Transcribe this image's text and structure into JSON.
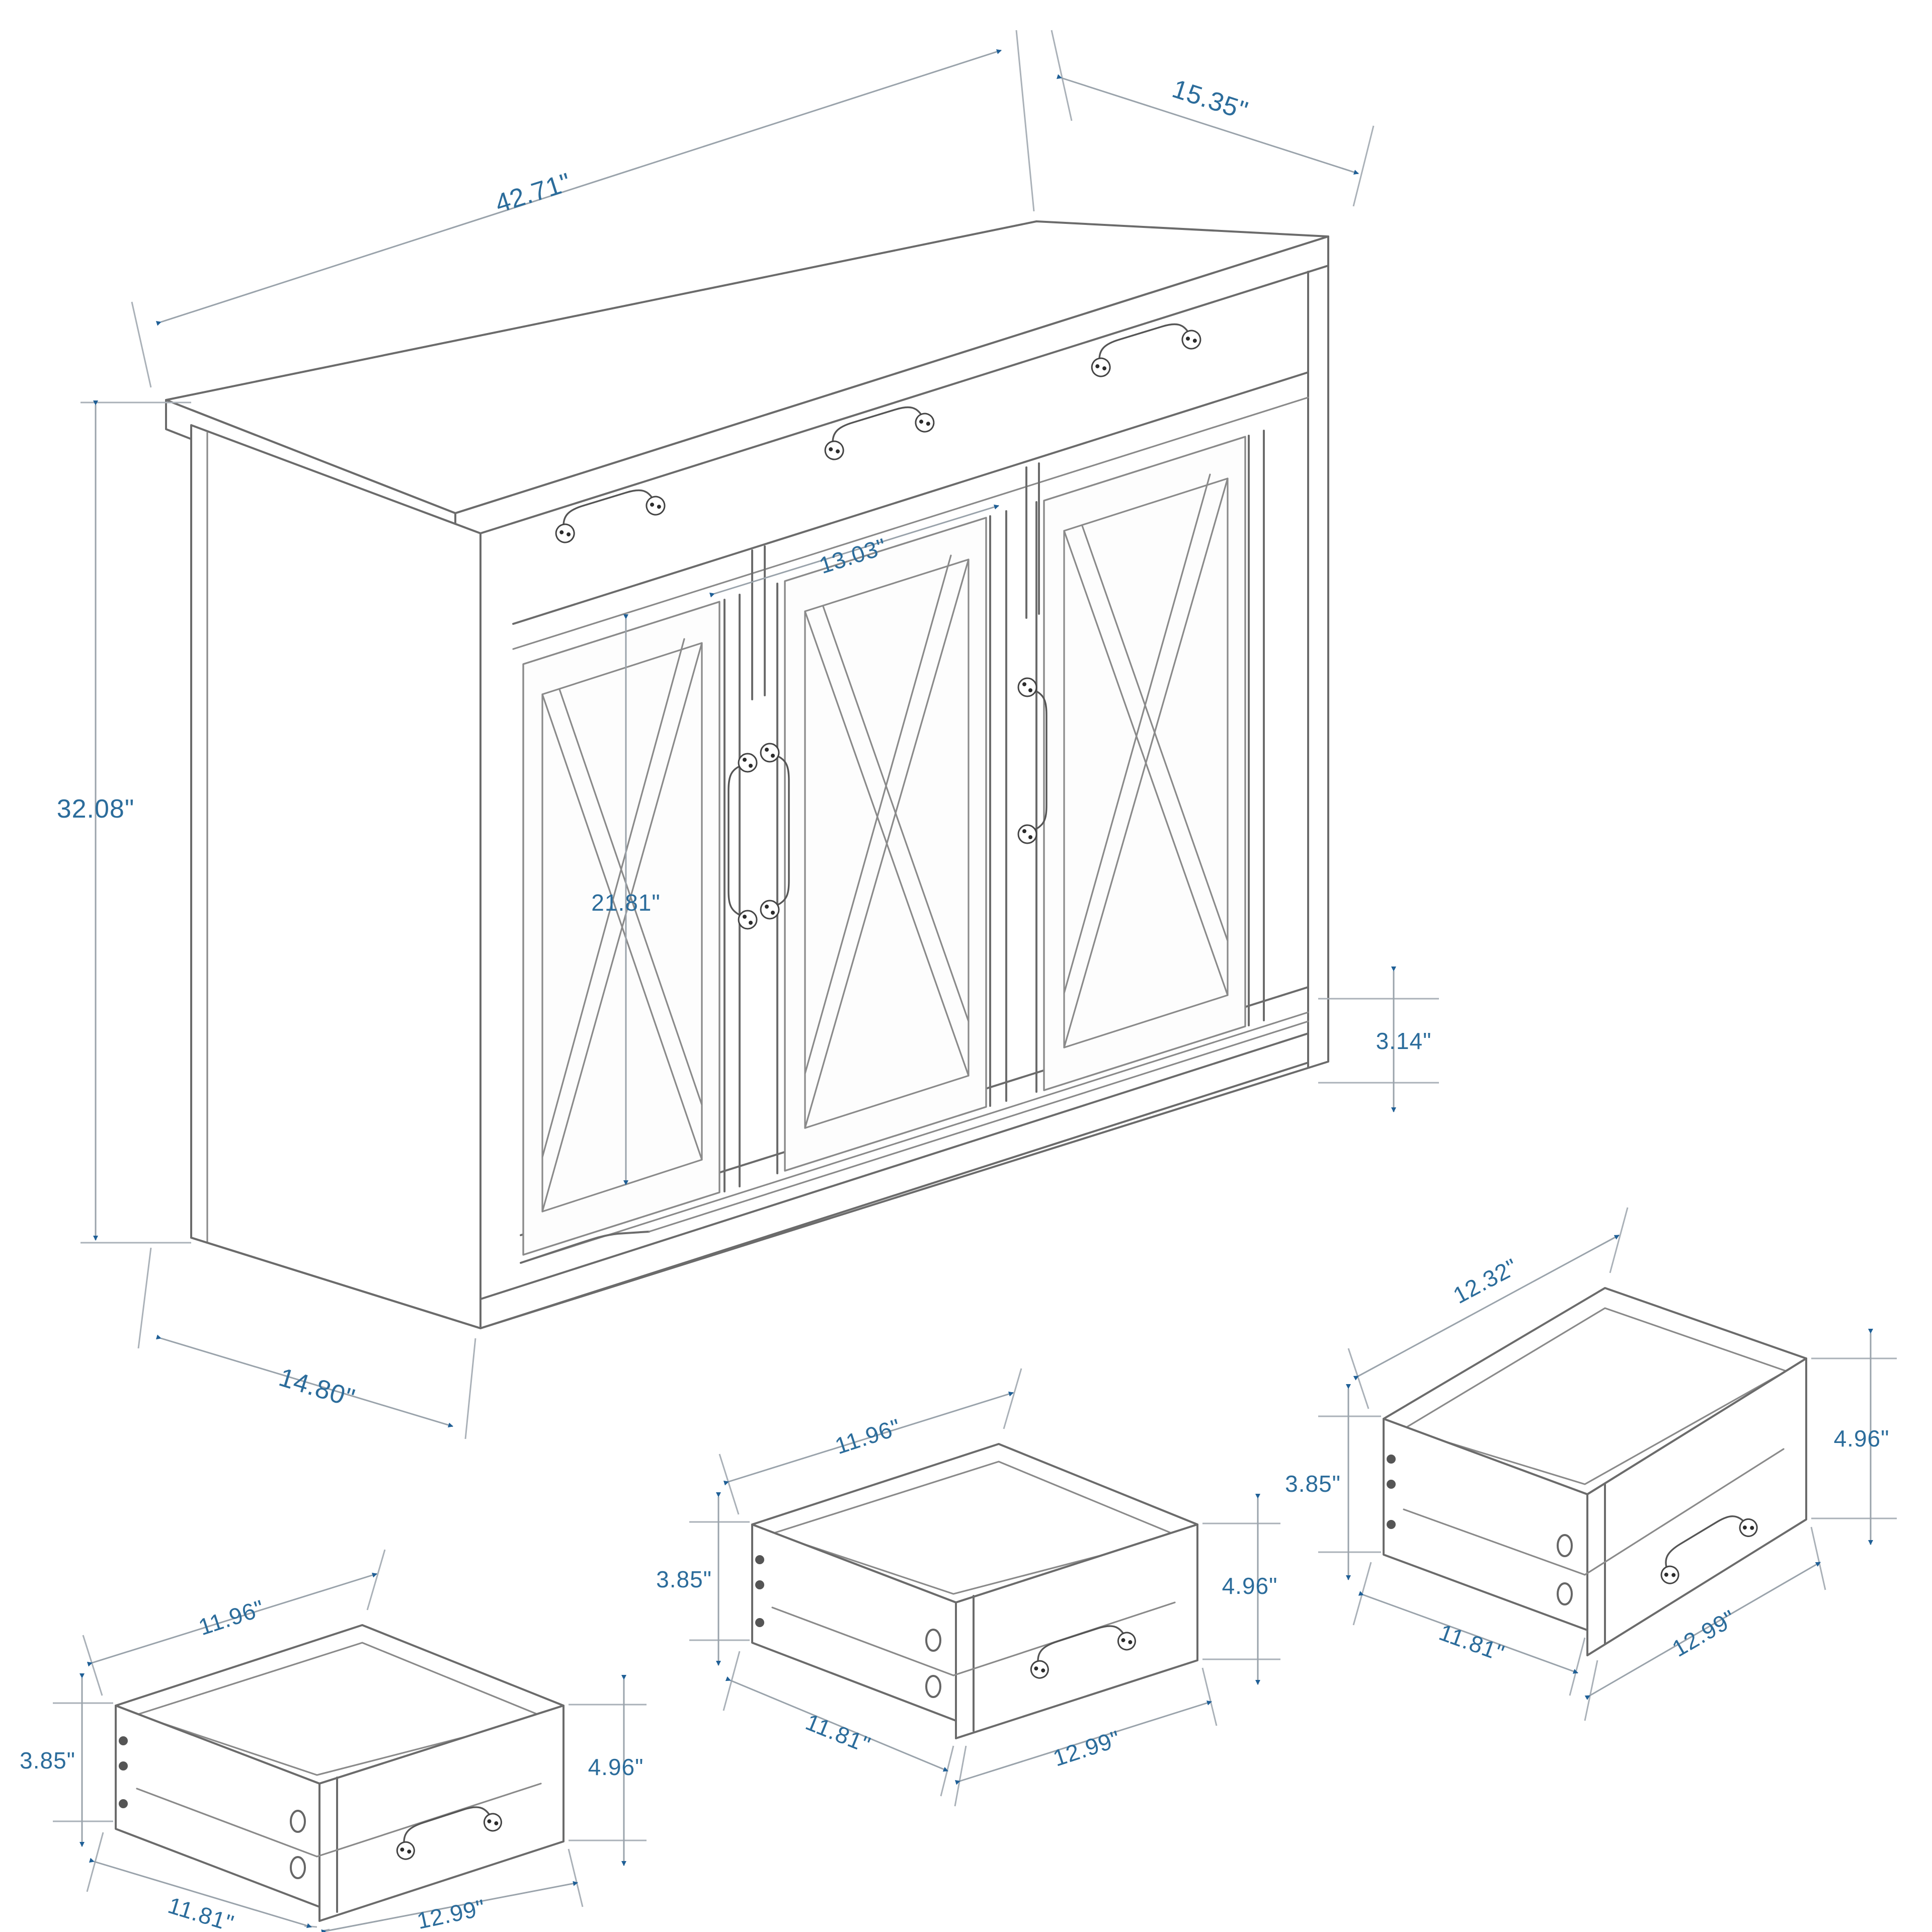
{
  "drawing": {
    "title": "Farmhouse Sideboard Buffet Cabinet Dimension Drawing",
    "unit": "inch",
    "line_color": "#6b6b6b",
    "dimension_color": "#2b6c9b",
    "arrow_color": "#1f5f96",
    "background": "#ffffff"
  },
  "cabinet": {
    "name": "3-drawer 3-door barn-style sideboard",
    "dimensions": {
      "overall_width": "42.71\"",
      "overall_depth": "15.35\"",
      "overall_height": "32.08\"",
      "base_depth": "14.80\"",
      "door_width": "13.03\"",
      "door_height": "21.81\"",
      "toe_kick_height": "3.14\""
    },
    "parts": {
      "drawer_count": 3,
      "door_count": 3,
      "door_pattern": "X-brace barn door",
      "handle_style": "arched bar pull"
    }
  },
  "drawers": [
    {
      "id": "drawer-top-right",
      "position": "upper-right",
      "labels": {
        "inner_width": "12.32\"",
        "side_height": "3.85\"",
        "front_height": "4.96\"",
        "side_depth": "11.81\"",
        "front_width": "12.99\""
      }
    },
    {
      "id": "drawer-middle",
      "position": "center-bottom",
      "labels": {
        "inner_width": "11.96\"",
        "side_height": "3.85\"",
        "front_height": "4.96\"",
        "side_depth": "11.81\"",
        "front_width": "12.99\""
      }
    },
    {
      "id": "drawer-bottom-left",
      "position": "lower-left",
      "labels": {
        "inner_width": "11.96\"",
        "side_height": "3.85\"",
        "front_height": "4.96\"",
        "side_depth": "11.81\"",
        "front_width": "12.99\""
      }
    }
  ],
  "dimension_labels": {
    "width_42_71": "42.71\"",
    "depth_15_35": "15.35\"",
    "height_32_08": "32.08\"",
    "base_depth_14_80": "14.80\"",
    "door_width_13_03": "13.03\"",
    "door_height_21_81": "21.81\"",
    "toe_kick_3_14": "3.14\"",
    "d1_12_32": "12.32\"",
    "d1_3_85": "3.85\"",
    "d1_4_96": "4.96\"",
    "d1_11_81": "11.81\"",
    "d1_12_99": "12.99\"",
    "d2_11_96": "11.96\"",
    "d2_3_85": "3.85\"",
    "d2_4_96": "4.96\"",
    "d2_11_81": "11.81\"",
    "d2_12_99": "12.99\"",
    "d3_11_96": "11.96\"",
    "d3_3_85": "3.85\"",
    "d3_4_96": "4.96\"",
    "d3_11_81": "11.81\"",
    "d3_12_99": "12.99\""
  }
}
